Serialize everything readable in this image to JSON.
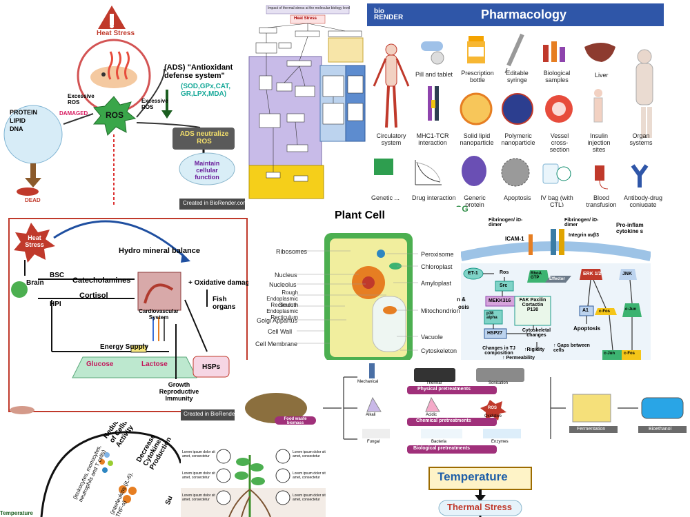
{
  "heat_stress_panel": {
    "heat_stress": "Heat Stress",
    "ads_title": "(ADS) \"Antioxidant defense system\"",
    "ads_enzymes": "(SOD,GPx,CAT, GR,LPX,MDA)",
    "excessive_ros_left": "Excessive ROS",
    "excessive_ros_right": "Excessive ROS",
    "damaged": "DAMAGED",
    "ros": "ROS",
    "protein": "PROTEIN",
    "lipid": "LIPID",
    "dna": "DNA",
    "dead": "DEAD",
    "ads_neutralize": "ADS neutralize ROS",
    "maintain": "Maintain cellular function",
    "credit": "Created in BioRender.com"
  },
  "flowchart_panel": {
    "title": "Impact of thermal stress at the molecular biology level",
    "heat_stress": "Heat Stress"
  },
  "pharmacology": {
    "logo": "bio RENDER",
    "title": "Pharmacology",
    "row1": [
      "Pill and tablet",
      "Prescription bottle",
      "Editable syringe",
      "Biological samples",
      "Liver"
    ],
    "row2": [
      "Circulatory system",
      "MHC1-TCR interaction",
      "Solid lipid nanoparticle",
      "Polymeric nanoparticle",
      "Vessel cross-section",
      "Insulin injection sites",
      "Organ systems"
    ],
    "row3": [
      "Drug interaction",
      "Generic protein inder)",
      "Apoptosis",
      "IV bag (with CTL)",
      "Blood transfusion",
      "Antibody-drug conjugate"
    ],
    "partial": "Genetic ...",
    "gfg": "GG"
  },
  "fish_panel": {
    "heat_stress": "Heat Stress",
    "brain": "Brain",
    "bsc": "BSC",
    "hpi": "HPI",
    "catecholamines": "Catecholamines",
    "cortisol": "Cortisol",
    "hydro": "Hydro mineral balance",
    "oxidative": "+ Oxidative damages",
    "fish_organs": "Fish organs",
    "cardio": "Cardiovascular System",
    "energy": "Energy Supply",
    "glucose": "Glucose",
    "lactose": "Lactose",
    "hsps": "HSPs",
    "growth": "Growth Reproductive Immunity",
    "credit": "Created in BioRender.c"
  },
  "plant_cell": {
    "title": "Plant Cell",
    "left_labels": [
      "Ribosomes",
      "Nucleus",
      "Nucleolus",
      "Rough Endoplasmic Recticulum",
      "Smooth Endoplasmic Recticulum",
      "Golgi Appartus",
      "Cell Wall",
      "Cell Membrane"
    ],
    "right_labels": [
      "Peroxisome",
      "Chloroplast",
      "Amyloplast",
      "Mitochondrion",
      "Vacuole",
      "Cytoskeleton"
    ]
  },
  "signaling": {
    "fibrinogen1": "Fibrinogen/ iD-dimer",
    "fibrinogen2": "Fibrinogen/ iD-dimer",
    "icam": "ICAM-1",
    "integrin": "Integrin αvβ3",
    "pro_inflam": "Pro-inflam cytokine s",
    "et1": "ET-1",
    "ros": "Ros",
    "rhoa": "RhoA GTP",
    "effector": "Effector",
    "erk": "ERK 1/2",
    "jnk": "JNK",
    "src": "Src",
    "mekk": "MEKK316",
    "fak": "FAK Paxilin Cortactin P130",
    "p38": "p38 alpha",
    "hsp27": "HSP27",
    "cyto": "Cytoskeletal changes",
    "a1": "A1",
    "cfos": "c-Fos",
    "cjun": "c-Jun",
    "apoptosis": "Apoptosis",
    "tj": "Changes in TJ composition",
    "rigidity": "↑Rigidity",
    "gaps": "↑ Gaps between cells",
    "cjun2": "c-Jun",
    "cfos2": "c-Fos",
    "perm": "↑ Permeability",
    "left_frag1": "n &",
    "left_frag2": "osis"
  },
  "pretreatment": {
    "food_waste": "Food waste biomass",
    "mechanical": "Mechanical",
    "thermal": "Thermal",
    "sonication": "Sonication",
    "physical": "Physical pretreatments",
    "alkali": "Alkali",
    "acidic": "Acidic",
    "ros": "ROS",
    "oxidative": "Oxidative",
    "chemical": "Chemical pretreatments",
    "fungal": "Fungal",
    "bacteria": "Bacteria",
    "enzymes": "Enzymes",
    "biological": "Biological pretreatments",
    "fermentation": "Fermentation",
    "bioethanol": "Bioethanol"
  },
  "immune_panel": {
    "reduction": "Reduction of Cellular Activity",
    "decrease": "Decrease Cytokine Production",
    "leukocytes": "(leukocytes, monocytes, neutrophils and T cells)",
    "interleukins": "(interleukins (IL-6), TNF-α)",
    "temperature": "Temperature",
    "sup": "Su"
  },
  "plant_root": {
    "lorem": "Lorem ipsum dolor sit amet, consectetur"
  },
  "thermal_panel": {
    "temperature": "Temperature",
    "thermal_stress": "Thermal Stress"
  }
}
